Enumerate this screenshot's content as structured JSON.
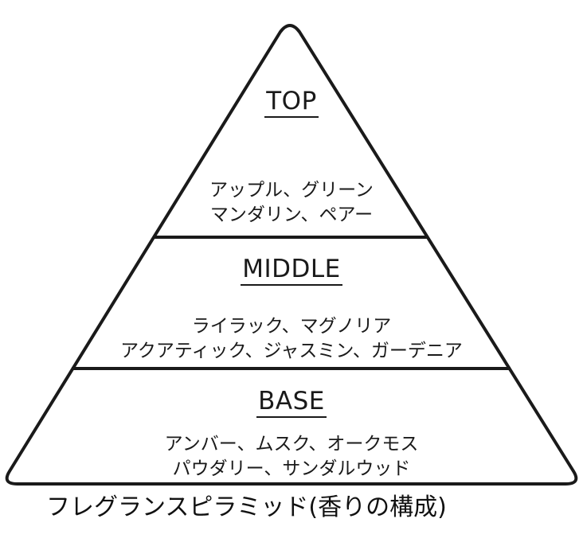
{
  "diagram": {
    "type": "pyramid",
    "caption": "フレグランスピラミッド(香りの構成)",
    "line_color": "#1a1a1a",
    "background": "#ffffff",
    "tiers": [
      {
        "heading": "TOP",
        "notes": [
          "アップル、グリーン",
          "マンダリン、ペアー"
        ]
      },
      {
        "heading": "MIDDLE",
        "notes": [
          "ライラック、マグノリア",
          "アクアティック、ジャスミン、ガーデニア"
        ]
      },
      {
        "heading": "BASE",
        "notes": [
          "アンバー、ムスク、オークモス",
          "パウダリー、サンダルウッド"
        ]
      }
    ]
  }
}
